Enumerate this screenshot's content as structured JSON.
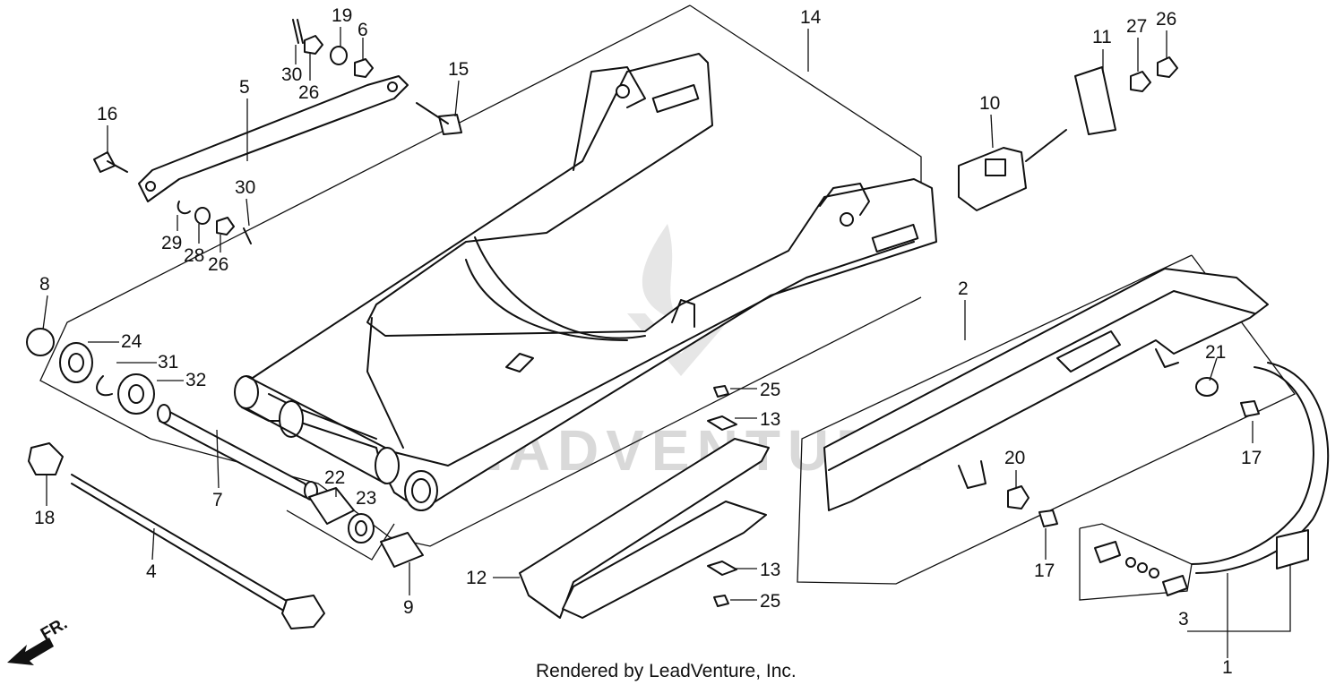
{
  "watermark": "LEADVENTURE",
  "credit": "Rendered by LeadVenture, Inc.",
  "direction_label": "FR.",
  "callouts": {
    "c1": "1",
    "c2": "2",
    "c3": "3",
    "c4": "4",
    "c5": "5",
    "c6": "6",
    "c7": "7",
    "c8": "8",
    "c9": "9",
    "c10": "10",
    "c11": "11",
    "c12": "12",
    "c13a": "13",
    "c13b": "13",
    "c14": "14",
    "c15": "15",
    "c16": "16",
    "c17a": "17",
    "c17b": "17",
    "c18": "18",
    "c19": "19",
    "c20": "20",
    "c21": "21",
    "c22": "22",
    "c23": "23",
    "c24": "24",
    "c25a": "25",
    "c25b": "25",
    "c26a": "26",
    "c26b": "26",
    "c26c": "26",
    "c27": "27",
    "c28": "28",
    "c29": "29",
    "c30a": "30",
    "c30b": "30",
    "c31": "31",
    "c32": "32"
  }
}
